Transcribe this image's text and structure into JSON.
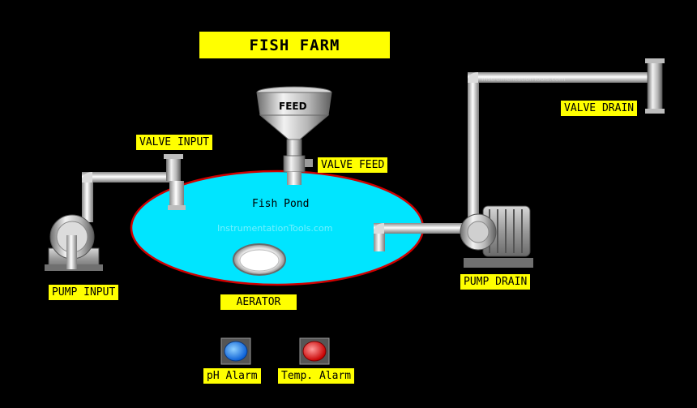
{
  "title": "FISH FARM",
  "pond": {
    "label": "Fish Pond"
  },
  "feeder": {
    "label": "FEED"
  },
  "watermark": "InstrumentationTools.com",
  "tags": {
    "valve_input": "VALVE INPUT",
    "valve_feed": "VALVE FEED",
    "valve_drain": "VALVE DRAIN",
    "pump_input": "PUMP INPUT",
    "pump_drain": "PUMP DRAIN",
    "aerator": "AERATOR",
    "ph_alarm": "pH Alarm",
    "temp_alarm": "Temp. Alarm"
  },
  "colors": {
    "background": "#000000",
    "tag": "#ffff00",
    "pond_water": "#00e5ff",
    "pond_rim": "#d00000",
    "ph_indicator": "#1e90ff",
    "temp_indicator": "#ff1a1a"
  }
}
